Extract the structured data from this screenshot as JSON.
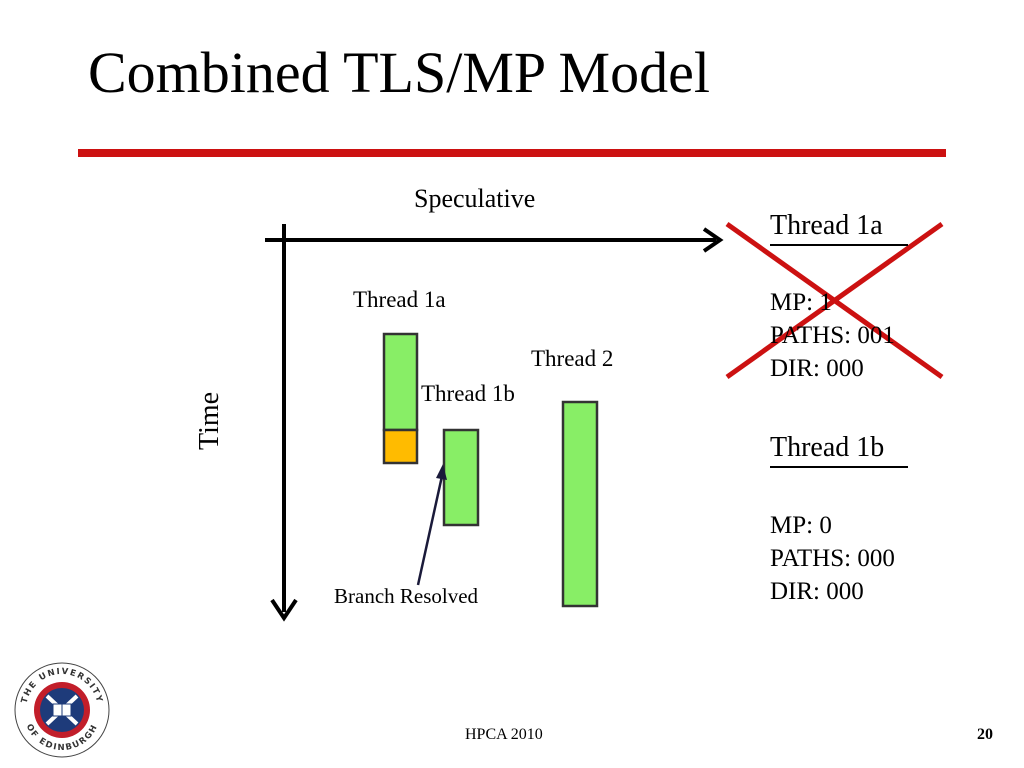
{
  "slide": {
    "title": "Combined TLS/MP Model",
    "footer": "HPCA 2010",
    "page_number": "20"
  },
  "diagram": {
    "x_axis_label": "Speculative",
    "y_axis_label": "Time",
    "threads": {
      "thread_1a": "Thread 1a",
      "thread_1b": "Thread 1b",
      "thread_2": "Thread 2"
    },
    "annotation": "Branch Resolved",
    "colors": {
      "thread_bar": "#88ee66",
      "thread_1a_tail": "#ffbb00",
      "cross_out": "#cc1111",
      "title_rule": "#cc1111"
    }
  },
  "info_panels": [
    {
      "title": "Thread 1a",
      "lines": [
        "MP: 1",
        "PATHS: 001",
        "DIR: 000"
      ],
      "crossed_out": true
    },
    {
      "title": "Thread 1b",
      "lines": [
        "MP: 0",
        "PATHS: 000",
        "DIR: 000"
      ],
      "crossed_out": false
    }
  ],
  "logo": {
    "text_top": "THE UNIVERSITY",
    "text_bottom": "OF EDINBURGH",
    "icon": "university-of-edinburgh-crest"
  }
}
